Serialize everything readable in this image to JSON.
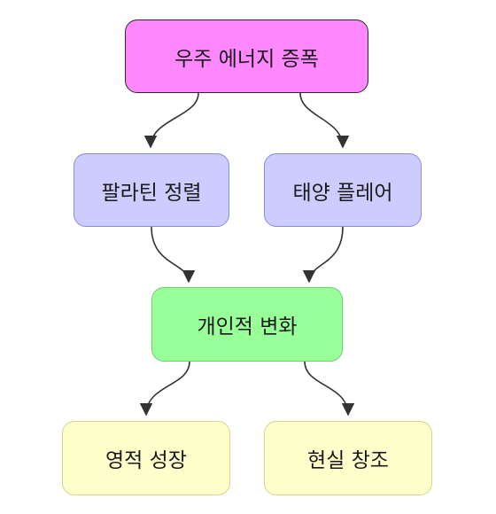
{
  "nodes": {
    "root": {
      "label": "우주 에너지 증폭",
      "fill": "#ff88ff"
    },
    "palatine": {
      "label": "팔라틴 정렬",
      "fill": "#ccccff"
    },
    "solar": {
      "label": "태양 플레어",
      "fill": "#ccccff"
    },
    "personal": {
      "label": "개인적 변화",
      "fill": "#99ff99"
    },
    "spiritual": {
      "label": "영적 성장",
      "fill": "#ffffcc"
    },
    "reality": {
      "label": "현실 창조",
      "fill": "#ffffcc"
    }
  },
  "edges": [
    {
      "from": "root",
      "to": "palatine"
    },
    {
      "from": "root",
      "to": "solar"
    },
    {
      "from": "palatine",
      "to": "personal"
    },
    {
      "from": "solar",
      "to": "personal"
    },
    {
      "from": "personal",
      "to": "spiritual"
    },
    {
      "from": "personal",
      "to": "reality"
    }
  ],
  "colors": {
    "edge": "#333333"
  }
}
